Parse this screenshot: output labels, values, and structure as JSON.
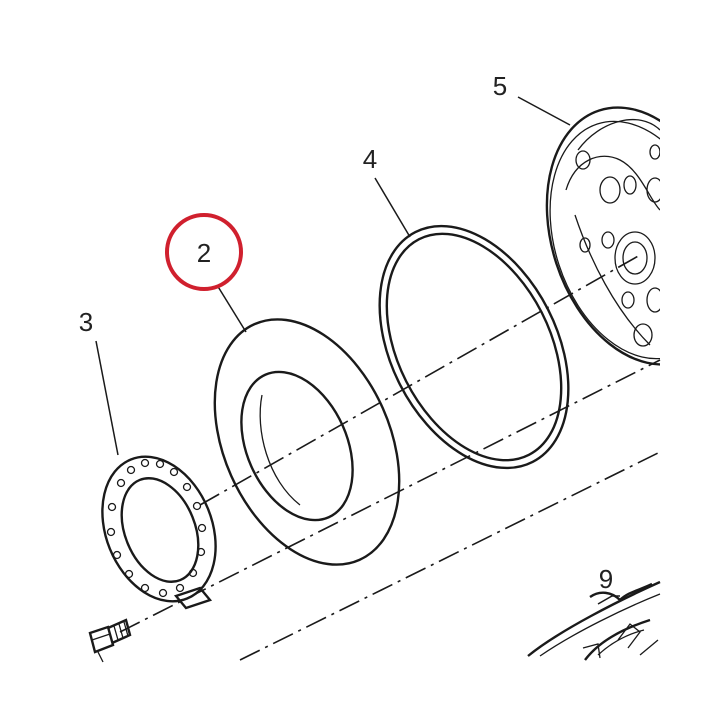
{
  "diagram": {
    "callouts": [
      {
        "id": "2",
        "label": "2",
        "highlighted": true
      },
      {
        "id": "3",
        "label": "3",
        "highlighted": false
      },
      {
        "id": "4",
        "label": "4",
        "highlighted": false
      },
      {
        "id": "5",
        "label": "5",
        "highlighted": false
      },
      {
        "id": "9",
        "label": "9",
        "highlighted": false
      }
    ],
    "highlight_color": "#d0202e",
    "line_color": "#1a1a1a"
  }
}
